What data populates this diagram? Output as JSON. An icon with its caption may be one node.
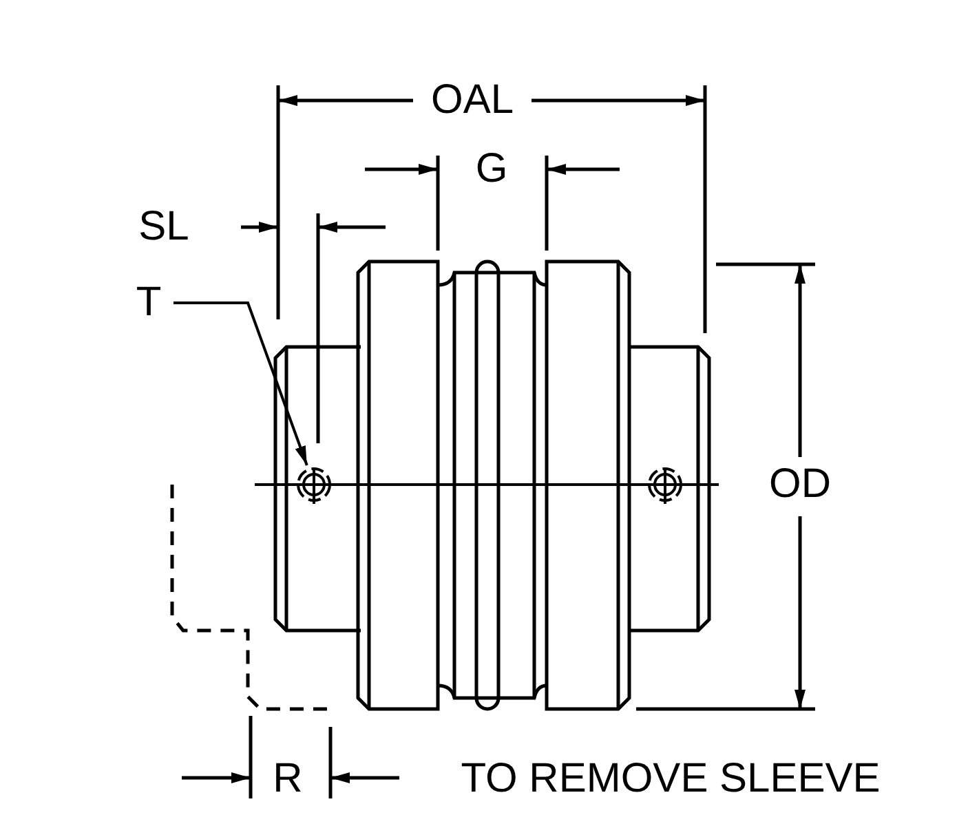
{
  "diagram": {
    "nodes": [
      {
        "text": [
          "T"
        ]
      },
      {
        "text": [],
        "shape": "circle"
      }
    ],
    "edges": [
      {
        "from": 0,
        "to": 1,
        "arrow": "to"
      }
    ],
    "labels": [
      "OAL",
      "G",
      "SL",
      "OD",
      "R",
      "TO REMOVE SLEEVE"
    ]
  }
}
